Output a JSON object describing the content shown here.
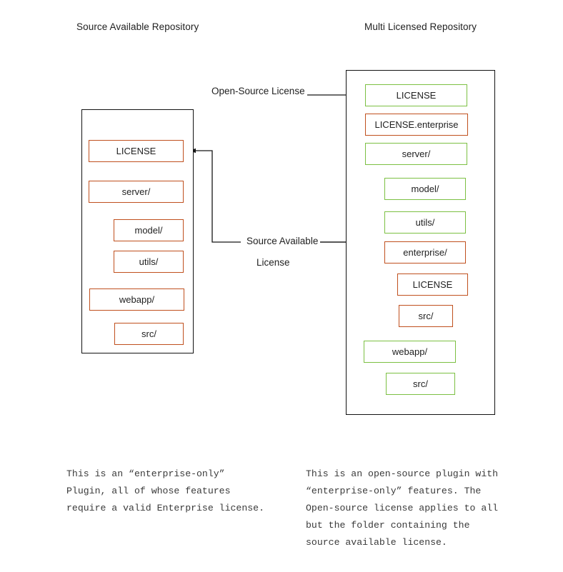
{
  "columns": {
    "left": {
      "title": "Source Available Repository",
      "caption": "This is an “enterprise-only”\nPlugin, all of whose features\nrequire a valid Enterprise license.",
      "nodes": [
        {
          "label": "LICENSE",
          "license": "source-available",
          "color": "#c0501e"
        },
        {
          "label": "server/",
          "license": "source-available",
          "color": "#c0501e"
        },
        {
          "label": "model/",
          "license": "source-available",
          "color": "#c0501e"
        },
        {
          "label": "utils/",
          "license": "source-available",
          "color": "#c0501e"
        },
        {
          "label": "webapp/",
          "license": "source-available",
          "color": "#c0501e"
        },
        {
          "label": "src/",
          "license": "source-available",
          "color": "#c0501e"
        }
      ]
    },
    "right": {
      "title": "Multi Licensed Repository",
      "caption": "This is an open-source plugin with\n“enterprise-only” features. The\nOpen-source license applies to all\nbut the folder containing the\nsource available license.",
      "nodes": [
        {
          "label": "LICENSE",
          "license": "open-source",
          "color": "#7cc043"
        },
        {
          "label": "LICENSE.enterprise",
          "license": "source-available",
          "color": "#c0501e"
        },
        {
          "label": "server/",
          "license": "open-source",
          "color": "#7cc043"
        },
        {
          "label": "model/",
          "license": "open-source",
          "color": "#7cc043"
        },
        {
          "label": "utils/",
          "license": "open-source",
          "color": "#7cc043"
        },
        {
          "label": "enterprise/",
          "license": "source-available",
          "color": "#c0501e"
        },
        {
          "label": "LICENSE",
          "license": "source-available",
          "color": "#c0501e"
        },
        {
          "label": "src/",
          "license": "source-available",
          "color": "#c0501e"
        },
        {
          "label": "webapp/",
          "license": "open-source",
          "color": "#7cc043"
        },
        {
          "label": "src/",
          "license": "open-source",
          "color": "#7cc043"
        }
      ]
    }
  },
  "edge_labels": {
    "open_source": "Open-Source License",
    "source_available_line1": "Source Available",
    "source_available_line2": "License"
  },
  "palette": {
    "source_available": "#c0501e",
    "open_source": "#7cc043",
    "box_outline": "#121212",
    "connector": "#161616",
    "connector_gray": "#585858",
    "background": "#ffffff",
    "text": "#1f1f1f",
    "caption_text": "#3a3a3a"
  }
}
